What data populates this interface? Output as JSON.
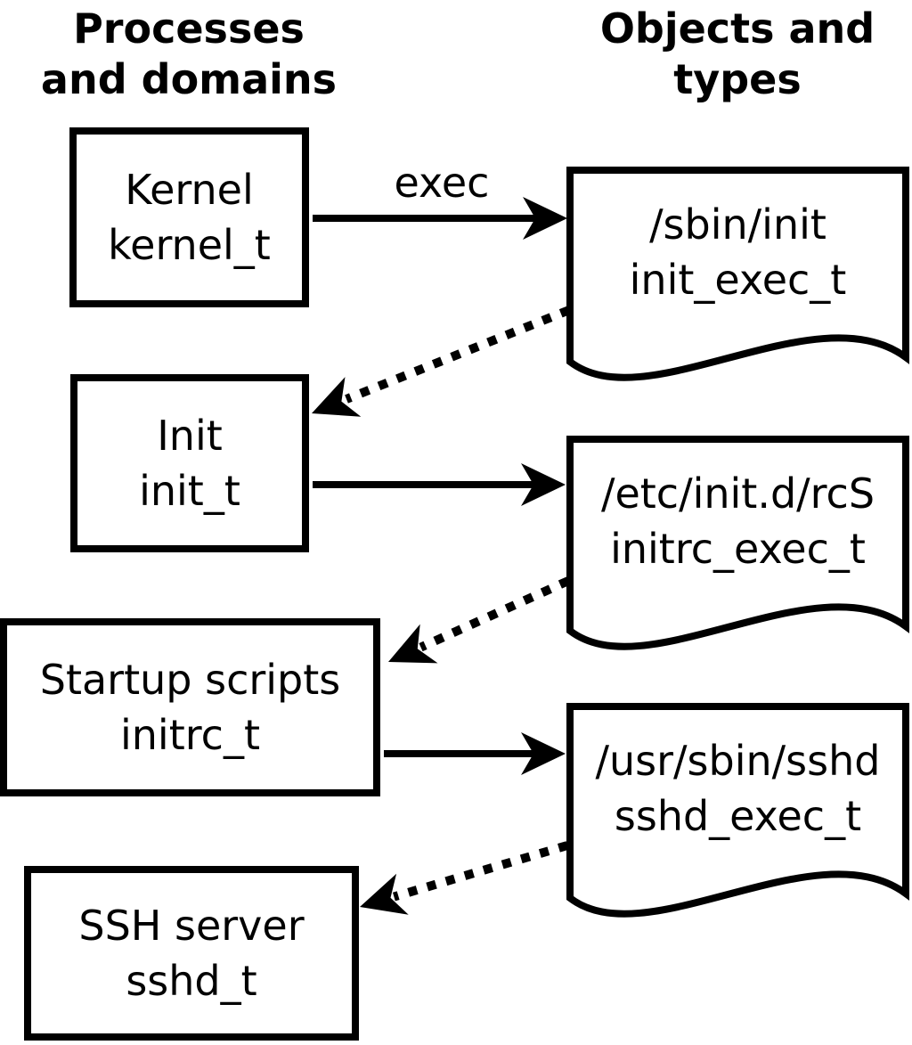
{
  "headings": {
    "left": {
      "line1": "Processes",
      "line2": "and domains"
    },
    "right": {
      "line1": "Objects and",
      "line2": "types"
    }
  },
  "labels": {
    "exec": "exec"
  },
  "processes": [
    {
      "name": "Kernel",
      "domain": "kernel_t"
    },
    {
      "name": "Init",
      "domain": "init_t"
    },
    {
      "name": "Startup scripts",
      "domain": "initrc_t"
    },
    {
      "name": "SSH server",
      "domain": "sshd_t"
    }
  ],
  "objects": [
    {
      "path": "/sbin/init",
      "type": "init_exec_t"
    },
    {
      "path": "/etc/init.d/rcS",
      "type": "initrc_exec_t"
    },
    {
      "path": "/usr/sbin/sshd",
      "type": "sshd_exec_t"
    }
  ],
  "colors": {
    "foreground": "#000000",
    "background": "#ffffff"
  }
}
